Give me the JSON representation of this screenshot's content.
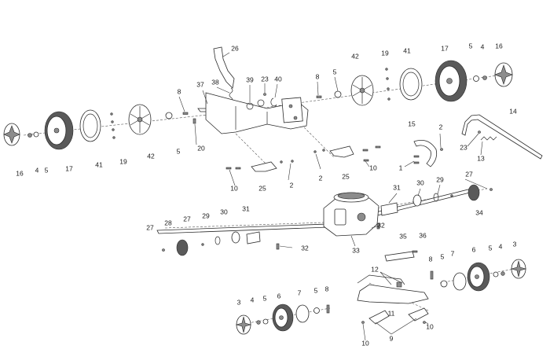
{
  "callouts": [
    {
      "id": "c26a",
      "text": "26"
    },
    {
      "id": "c37",
      "text": "37"
    },
    {
      "id": "c38",
      "text": "38"
    },
    {
      "id": "c39",
      "text": "39"
    },
    {
      "id": "c23a",
      "text": "23"
    },
    {
      "id": "c40",
      "text": "40"
    },
    {
      "id": "c8a",
      "text": "8"
    },
    {
      "id": "c5a",
      "text": "5"
    },
    {
      "id": "c42a",
      "text": "42"
    },
    {
      "id": "c19a",
      "text": "19"
    },
    {
      "id": "c41a",
      "text": "41"
    },
    {
      "id": "c17a",
      "text": "17"
    },
    {
      "id": "c5b",
      "text": "5"
    },
    {
      "id": "c4a",
      "text": "4"
    },
    {
      "id": "c16a",
      "text": "16"
    },
    {
      "id": "c14",
      "text": "14"
    },
    {
      "id": "c15",
      "text": "15"
    },
    {
      "id": "c2a",
      "text": "2"
    },
    {
      "id": "c23b",
      "text": "23"
    },
    {
      "id": "c13",
      "text": "13"
    },
    {
      "id": "c1",
      "text": "1"
    },
    {
      "id": "c16b",
      "text": "16"
    },
    {
      "id": "c4b",
      "text": "4"
    },
    {
      "id": "c5c",
      "text": "5"
    },
    {
      "id": "c17b",
      "text": "17"
    },
    {
      "id": "c41b",
      "text": "41"
    },
    {
      "id": "c19b",
      "text": "19"
    },
    {
      "id": "c42b",
      "text": "42"
    },
    {
      "id": "c5d",
      "text": "5"
    },
    {
      "id": "c20",
      "text": "20"
    },
    {
      "id": "c8b",
      "text": "8"
    },
    {
      "id": "c2b",
      "text": "2"
    },
    {
      "id": "c25a",
      "text": "25"
    },
    {
      "id": "c10a",
      "text": "10"
    },
    {
      "id": "c10b",
      "text": "10"
    },
    {
      "id": "c25b",
      "text": "25"
    },
    {
      "id": "c2c",
      "text": "2"
    },
    {
      "id": "c31a",
      "text": "31"
    },
    {
      "id": "c30a",
      "text": "30"
    },
    {
      "id": "c29a",
      "text": "29"
    },
    {
      "id": "c27a",
      "text": "27"
    },
    {
      "id": "c34",
      "text": "34"
    },
    {
      "id": "c27b",
      "text": "27"
    },
    {
      "id": "c28",
      "text": "28"
    },
    {
      "id": "c27c",
      "text": "27"
    },
    {
      "id": "c29b",
      "text": "29"
    },
    {
      "id": "c30b",
      "text": "30"
    },
    {
      "id": "c31b",
      "text": "31"
    },
    {
      "id": "c32a",
      "text": "32"
    },
    {
      "id": "c32b",
      "text": "32"
    },
    {
      "id": "c33",
      "text": "33"
    },
    {
      "id": "c35",
      "text": "35"
    },
    {
      "id": "c36",
      "text": "36"
    },
    {
      "id": "c12",
      "text": "12"
    },
    {
      "id": "c8c",
      "text": "8"
    },
    {
      "id": "c5e",
      "text": "5"
    },
    {
      "id": "c7a",
      "text": "7"
    },
    {
      "id": "c6a",
      "text": "6"
    },
    {
      "id": "c5f",
      "text": "5"
    },
    {
      "id": "c4c",
      "text": "4"
    },
    {
      "id": "c3a",
      "text": "3"
    },
    {
      "id": "c11",
      "text": "11"
    },
    {
      "id": "c9",
      "text": "9"
    },
    {
      "id": "c10c",
      "text": "10"
    },
    {
      "id": "c10d",
      "text": "10"
    },
    {
      "id": "c3b",
      "text": "3"
    },
    {
      "id": "c4d",
      "text": "4"
    },
    {
      "id": "c5g",
      "text": "5"
    },
    {
      "id": "c6b",
      "text": "6"
    },
    {
      "id": "c7b",
      "text": "7"
    },
    {
      "id": "c5h",
      "text": "5"
    },
    {
      "id": "c8d",
      "text": "8"
    }
  ]
}
